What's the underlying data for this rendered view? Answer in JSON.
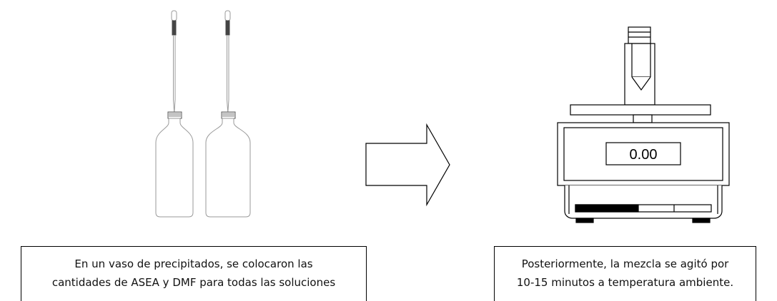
{
  "steps": [
    {
      "caption_lines": [
        "En un vaso de precipitados, se colocaron las",
        "cantidades de ASEA y DMF para todas las soluciones"
      ],
      "illustration": "two-bottles-with-droppers"
    },
    {
      "caption_lines": [
        "Posteriormente, la mezcla se agitó por",
        "10-15 minutos a temperatura ambiente."
      ],
      "illustration": "vortex-mixer-with-tube"
    }
  ],
  "display": {
    "reading": "0.00"
  },
  "arrow": {
    "direction": "right"
  }
}
